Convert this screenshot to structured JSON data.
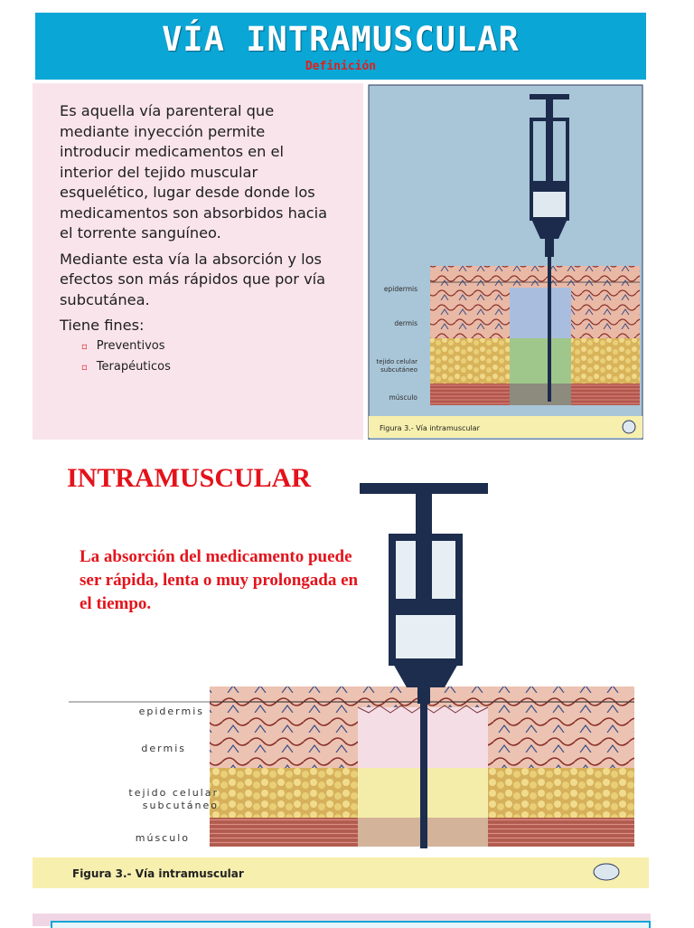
{
  "slide1": {
    "title": "VÍA INTRAMUSCULAR",
    "subtitle": "Definición",
    "paragraphs": [
      "Es aquella vía parenteral que mediante inyección permite introducir medicamentos en el interior del tejido  muscular esquelético, lugar desde donde los medicamentos son absorbidos hacia el torrente sanguíneo.",
      "Mediante esta vía la absorción y los efectos son más rápidos que por vía subcutánea.",
      "Tiene fines:"
    ],
    "subitems": [
      "Preventivos",
      "Terapéuticos"
    ],
    "figure": {
      "labels": [
        "epidermis",
        "dermis",
        "tejido celular subcutáneo",
        "músculo"
      ],
      "caption": "Figura 3.- Vía intramuscular"
    }
  },
  "slide2": {
    "title": "INTRAMUSCULAR",
    "description": "La absorción del medicamento puede ser rápida, lenta o muy prolongada en el tiempo.",
    "figure": {
      "labels": [
        "epidermis",
        "dermis",
        "tejido celular subcutáneo",
        "músculo"
      ],
      "caption": "Figura 3.- Vía intramuscular"
    }
  },
  "colors": {
    "header": "#0aa6d6",
    "accent_red": "#e3131b",
    "panel_pink": "#f9e4ec",
    "figure_bg": "#a9c6d8",
    "caption_bg": "#f7efae"
  }
}
